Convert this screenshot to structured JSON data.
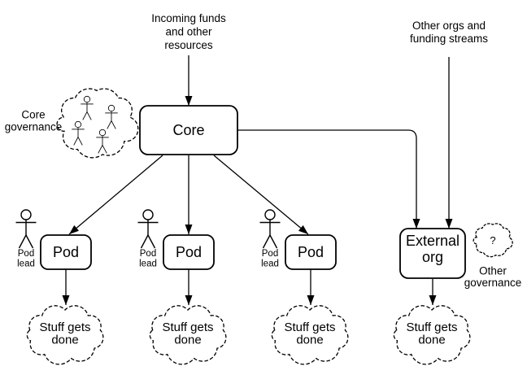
{
  "colors": {
    "background": "#ffffff",
    "stroke": "#000000",
    "text": "#000000"
  },
  "labels": {
    "incoming_funds": {
      "line1": "Incoming funds",
      "line2": "and other",
      "line3": "resources"
    },
    "other_orgs": {
      "line1": "Other orgs and",
      "line2": "funding streams"
    },
    "core_governance": {
      "line1": "Core",
      "line2": "governance"
    },
    "other_governance": {
      "line1": "Other",
      "line2": "governance"
    },
    "unknown": "?"
  },
  "nodes": {
    "core": {
      "label": "Core"
    },
    "pods": [
      {
        "label": "Pod",
        "lead": {
          "line1": "Pod",
          "line2": "lead"
        }
      },
      {
        "label": "Pod",
        "lead": {
          "line1": "Pod",
          "line2": "lead"
        }
      },
      {
        "label": "Pod",
        "lead": {
          "line1": "Pod",
          "line2": "lead"
        }
      }
    ],
    "external_org": {
      "line1": "External",
      "line2": "org"
    }
  },
  "outcomes": [
    {
      "line1": "Stuff gets",
      "line2": "done"
    },
    {
      "line1": "Stuff gets",
      "line2": "done"
    },
    {
      "line1": "Stuff gets",
      "line2": "done"
    },
    {
      "line1": "Stuff gets",
      "line2": "done"
    }
  ]
}
